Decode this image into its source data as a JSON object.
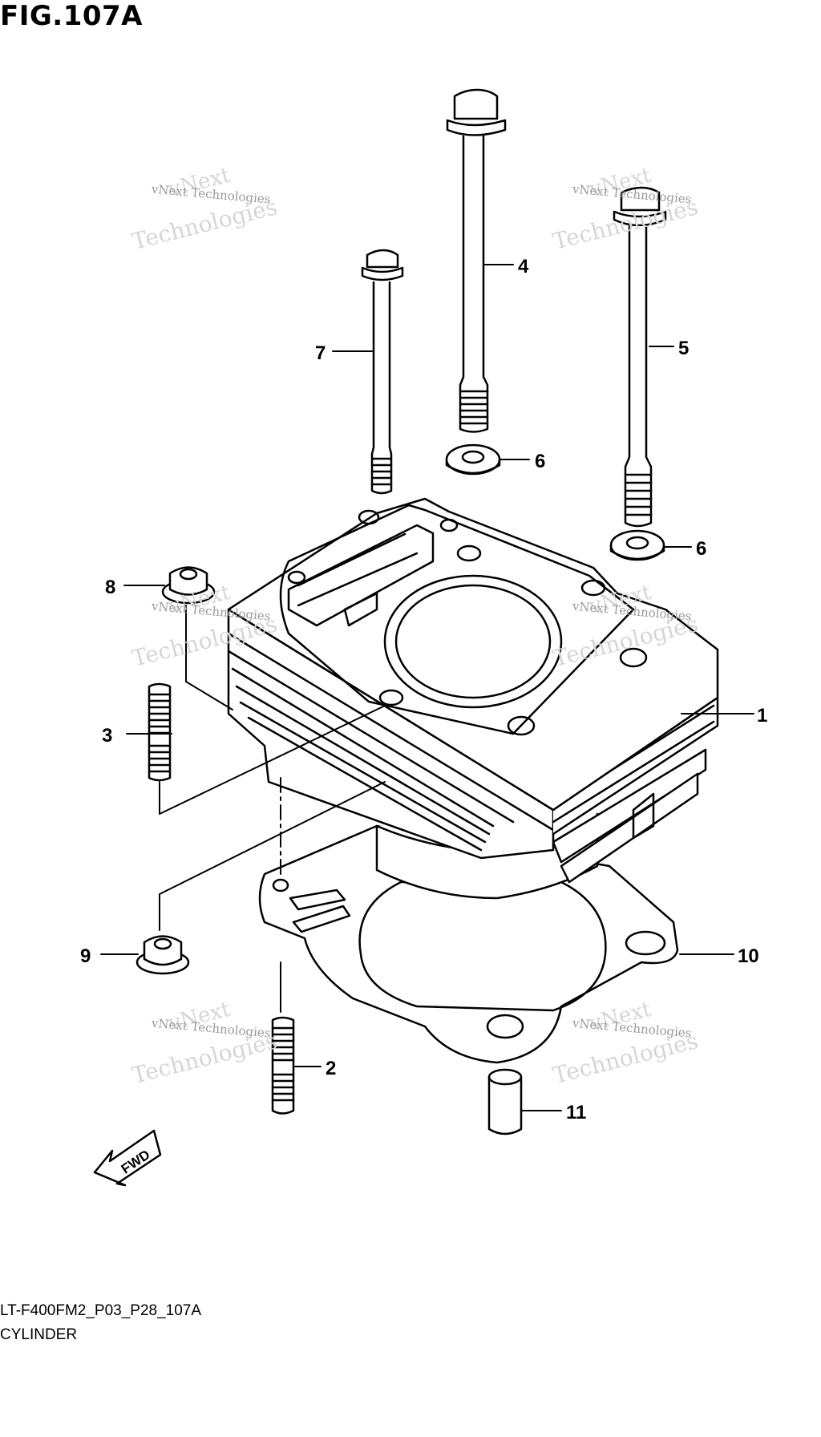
{
  "figure": {
    "title": "FIG.107A",
    "code": "LT-F400FM2_P03_P28_107A",
    "name": "CYLINDER",
    "fwd_label": "FWD"
  },
  "watermarks": {
    "line1": "vNext",
    "line2": "vNext Technologies",
    "line3": "Technologies"
  },
  "parts": [
    {
      "ref": "1",
      "name": "cylinder"
    },
    {
      "ref": "2",
      "name": "stud"
    },
    {
      "ref": "3",
      "name": "stud"
    },
    {
      "ref": "4",
      "name": "bolt"
    },
    {
      "ref": "5",
      "name": "bolt"
    },
    {
      "ref": "6",
      "name": "washer"
    },
    {
      "ref": "6",
      "name": "washer"
    },
    {
      "ref": "7",
      "name": "bolt"
    },
    {
      "ref": "8",
      "name": "nut"
    },
    {
      "ref": "9",
      "name": "nut"
    },
    {
      "ref": "10",
      "name": "gasket"
    },
    {
      "ref": "11",
      "name": "dowel pin"
    }
  ]
}
